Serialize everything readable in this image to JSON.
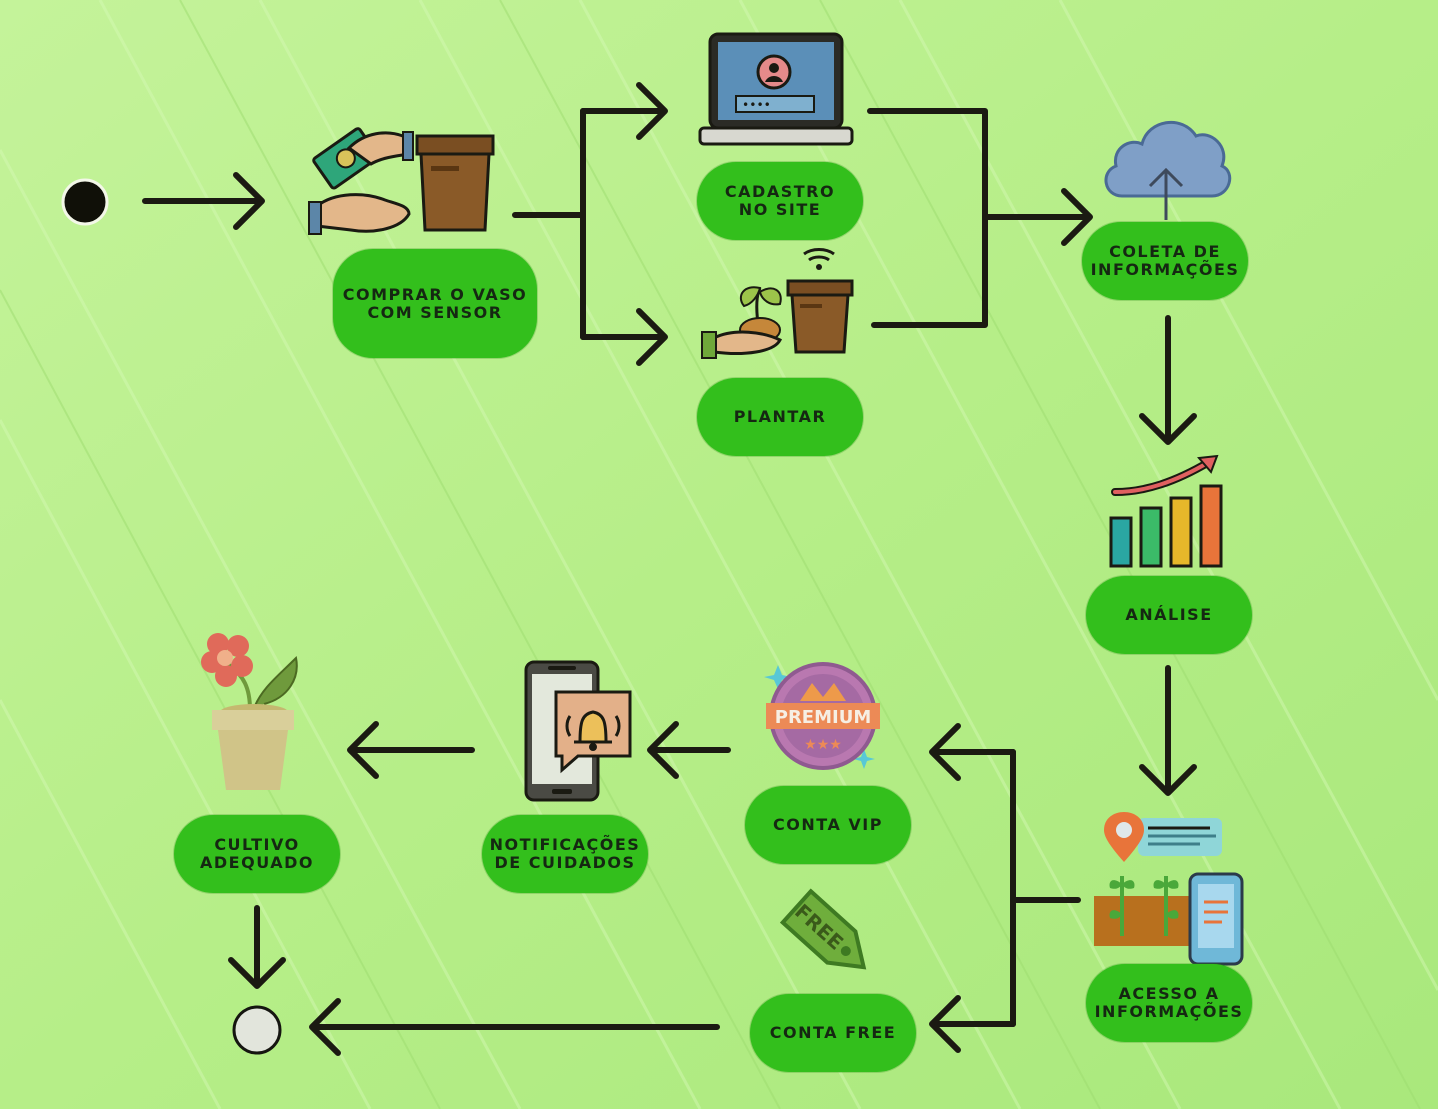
{
  "colors": {
    "background": "#b8ef8c",
    "pill": "#33bf1c",
    "pill_text": "#152812",
    "arrow": "#1b1a12"
  },
  "nodes": {
    "comprar": {
      "label": "COMPRAR O VASO\nCOM SENSOR",
      "icon": "hands-money-pot-icon"
    },
    "cadastro": {
      "label": "CADASTRO\nNO SITE",
      "icon": "laptop-login-icon"
    },
    "plantar": {
      "label": "PLANTAR",
      "icon": "hand-seedling-pot-icon"
    },
    "coleta": {
      "label": "COLETA DE\nINFORMAÇÕES",
      "icon": "cloud-upload-icon"
    },
    "analise": {
      "label": "ANÁLISE",
      "icon": "bar-chart-growth-icon"
    },
    "acesso": {
      "label": "ACESSO A\nINFORMAÇÕES",
      "icon": "location-garden-phone-icon"
    },
    "vip": {
      "label": "CONTA VIP",
      "icon": "premium-badge-icon",
      "badge_text": "PREMIUM"
    },
    "free": {
      "label": "CONTA FREE",
      "icon": "free-tag-icon",
      "badge_text": "FREE"
    },
    "notificacoes": {
      "label": "NOTIFICAÇÕES\nDE CUIDADOS",
      "icon": "phone-bell-icon"
    },
    "cultivo": {
      "label": "CULTIVO\nADEQUADO",
      "icon": "flower-pot-icon"
    }
  },
  "start_node": "initial-state",
  "end_node": "final-state"
}
